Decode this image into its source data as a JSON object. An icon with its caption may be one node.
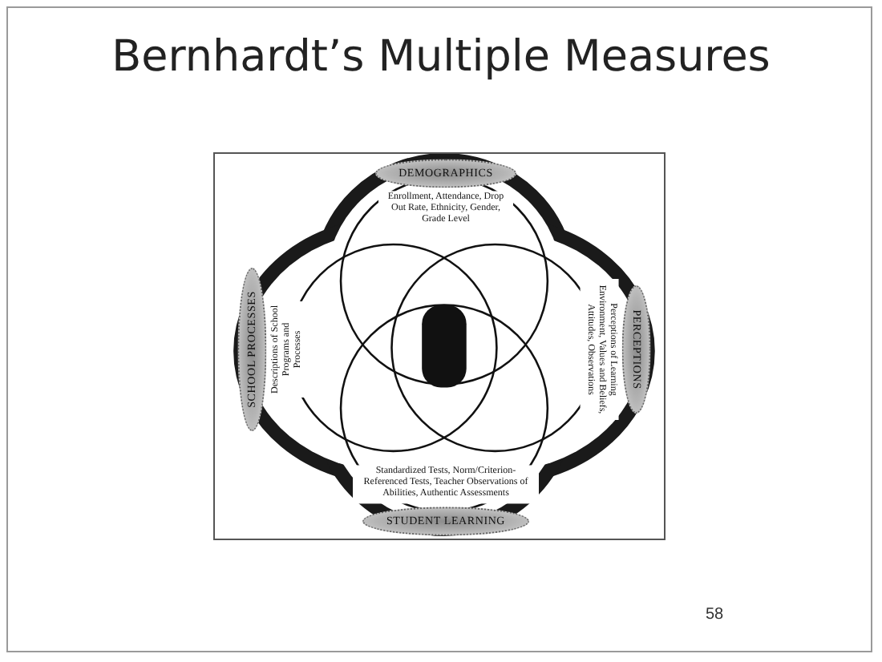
{
  "diagram": {
    "title": "Bernhardt’s Multiple Measures",
    "nodes": [
      {
        "text": [
          "DEMOGRAPHICS",
          "Enrollment, Attendance, Drop Out Rate, Ethnicity, Gender, Grade Level"
        ]
      },
      {
        "text": [
          "SCHOOL PROCESSES",
          "Descriptions of School Programs and Processes"
        ]
      },
      {
        "text": [
          "PERCEPTIONS",
          "Perceptions of Learning Environment, Values and Beliefs, Attitudes, Observations"
        ]
      },
      {
        "text": [
          "Standardized Tests, Norm/Criterion-Referenced Tests, Teacher Observations of Abilities, Authentic Assessments",
          "STUDENT LEARNING"
        ]
      }
    ],
    "labels": [
      "58"
    ]
  }
}
